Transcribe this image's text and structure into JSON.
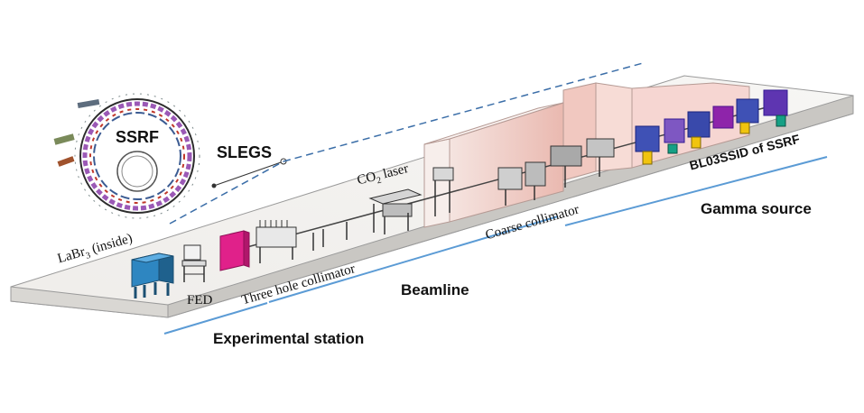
{
  "ring": {
    "name": "SSRF"
  },
  "beamline_name": "SLEGS",
  "components": {
    "labr3_label": "LaBr",
    "labr3_subscript": "3",
    "labr3_suffix": " (inside)",
    "fed_label": "FED",
    "three_hole_collimator_label": "Three hole collimator",
    "co2_laser_label_main": "CO",
    "co2_laser_subscript": "2",
    "co2_laser_suffix": " laser",
    "coarse_collimator_label": "Coarse collimator",
    "bl_label": "BL03SSID of SSRF"
  },
  "sections": {
    "experimental_station": "Experimental station",
    "beamline": "Beamline",
    "gamma_source": "Gamma source"
  },
  "colors": {
    "section_line": "#5b9bd5",
    "floor_fill": "#f3f1ee",
    "wall_fill": "#f1d9d4",
    "detector_blue": "#2e86c1",
    "shield_magenta": "#e0218a",
    "ring_purple": "#9b59b6"
  }
}
